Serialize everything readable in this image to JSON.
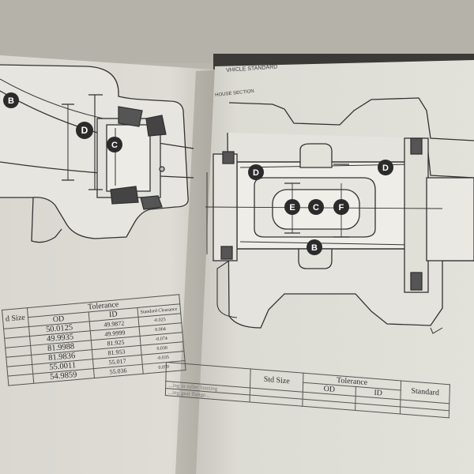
{
  "header": {
    "right_title": "VHICLE STANDARD",
    "right_subtitle": "HOUSE SECTION"
  },
  "left_diagram": {
    "callouts": [
      "B",
      "D",
      "C"
    ]
  },
  "right_diagram": {
    "callouts": [
      "D",
      "D",
      "E",
      "C",
      "F",
      "B"
    ]
  },
  "left_table": {
    "col_size": "d Size",
    "col_tolerance": "Tolerance",
    "col_od": "OD",
    "col_id": "ID",
    "col_standard": "Standard Clearance",
    "rows": [
      {
        "od": "50.0125",
        "id": "49.9872",
        "std": "-0.025"
      },
      {
        "od": "49.9935",
        "id": "49.9999",
        "std": "0.004"
      },
      {
        "od": "81.9988",
        "id": "81.925",
        "std": "-0.074"
      },
      {
        "od": "81.9836",
        "id": "81.953",
        "std": "0.030"
      },
      {
        "od": "55.0011",
        "id": "55.017",
        "std": "-0.035"
      },
      {
        "od": "54.9859",
        "id": "55.036",
        "std": "0.050"
      },
      {
        "od": "",
        "id": "",
        "std": ""
      }
    ]
  },
  "right_table": {
    "col_std_size": "Std Size",
    "col_tolerance": "Tolerance",
    "col_od": "OD",
    "col_id": "ID",
    "col_standard": "Standard",
    "row1": "...ing in roller housing",
    "row2": "...ing gear flange..."
  }
}
